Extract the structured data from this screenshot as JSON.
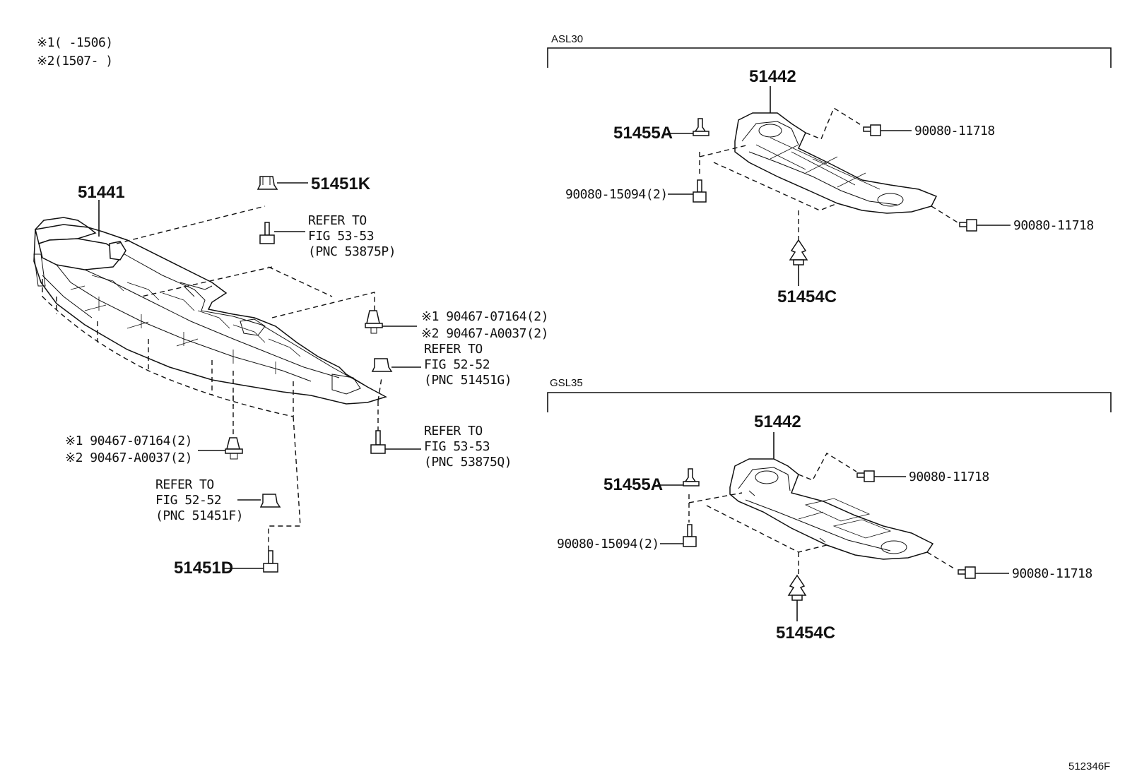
{
  "notes": {
    "note1": "※1(     -1506)",
    "note2": "※2(1507-     )"
  },
  "sections": {
    "asl30": "ASL30",
    "gsl35": "GSL35"
  },
  "figure_id": "512346F",
  "left": {
    "part_51441": "51441",
    "part_51451K": "51451K",
    "refer_53875P": [
      "REFER TO",
      "FIG 53-53",
      "(PNC 53875P)"
    ],
    "clip_right": [
      "※1 90467-07164(2)",
      "※2 90467-A0037(2)"
    ],
    "refer_51451G": [
      "REFER TO",
      "FIG 52-52",
      "(PNC 51451G)"
    ],
    "refer_53875Q": [
      "REFER TO",
      "FIG 53-53",
      "(PNC 53875Q)"
    ],
    "clip_bottom": [
      "※1 90467-07164(2)",
      "※2 90467-A0037(2)"
    ],
    "refer_51451F": [
      "REFER TO",
      "FIG 52-52",
      "(PNC 51451F)"
    ],
    "part_51451D": "51451D"
  },
  "asl30": {
    "part_51442": "51442",
    "part_51455A": "51455A",
    "bolt_top": "90080-11718",
    "bolt_left": "90080-15094(2)",
    "bolt_right": "90080-11718",
    "part_51454C": "51454C"
  },
  "gsl35": {
    "part_51442": "51442",
    "part_51455A": "51455A",
    "bolt_top": "90080-11718",
    "bolt_left": "90080-15094(2)",
    "bolt_right": "90080-11718",
    "part_51454C": "51454C"
  }
}
